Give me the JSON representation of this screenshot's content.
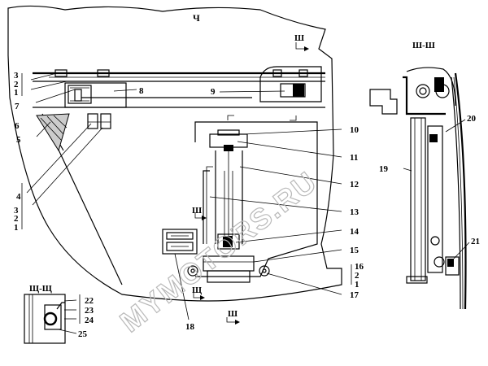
{
  "view_labels": {
    "main": "Ч",
    "section_sh": "Ш-Ш",
    "section_shch": "Щ-Щ",
    "arrow_sh": "Ш",
    "arrow_shch": "Щ"
  },
  "callouts": {
    "c1": "1",
    "c2": "2",
    "c3": "3",
    "c4": "4",
    "c5": "5",
    "c6": "6",
    "c7": "7",
    "c8": "8",
    "c9": "9",
    "c10": "10",
    "c11": "11",
    "c12": "12",
    "c13": "13",
    "c14": "14",
    "c15": "15",
    "c16": "16",
    "c17": "17",
    "c18": "18",
    "c19": "19",
    "c20": "20",
    "c21": "21",
    "c22": "22",
    "c23": "23",
    "c24": "24",
    "c25": "25"
  },
  "watermark": "MYMOTORS.RU"
}
